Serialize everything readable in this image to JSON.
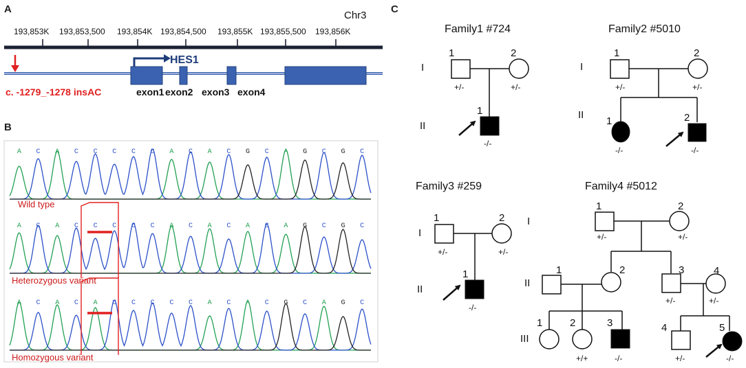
{
  "panels": {
    "a": "A",
    "b": "B",
    "c": "C"
  },
  "panel_a": {
    "chromosome": "Chr3",
    "ticks": [
      "193,853K",
      "193,853,500",
      "193,854K",
      "193,854,500",
      "193,855K",
      "193,855,500",
      "193,856K"
    ],
    "gene": "HES1",
    "variant": "c. -1279_-1278 insAC",
    "exons": [
      "exon1",
      "exon2",
      "exon3",
      "exon4"
    ],
    "colors": {
      "exon": "#3a62b0",
      "variant": "#e02020",
      "axis": "#1c2233"
    }
  },
  "panel_b": {
    "traces": [
      {
        "caption": "Wild type",
        "bases": [
          "A",
          "C",
          "A",
          "C",
          "C",
          "C",
          "C",
          "C",
          "A",
          "C",
          "A",
          "C",
          "G",
          "C",
          "A",
          "G",
          "C",
          "G",
          "C"
        ]
      },
      {
        "caption": "Heterozygous variant",
        "bases": [
          "A",
          "C",
          "A",
          "C",
          "C",
          "C",
          "C",
          "C",
          "A",
          "C",
          "A",
          "C",
          "A",
          "C",
          "A",
          "G",
          "C",
          "G",
          "C"
        ]
      },
      {
        "caption": "Homozygous variant",
        "bases": [
          "A",
          "C",
          "A",
          "C",
          "A",
          "C",
          "C",
          "C",
          "C",
          "C",
          "A",
          "C",
          "A",
          "C",
          "G",
          "C",
          "A",
          "G",
          "C"
        ]
      }
    ],
    "base_colors": {
      "A": "#22a052",
      "C": "#2b50c8",
      "G": "#222222",
      "T": "#d62020"
    }
  },
  "panel_c": {
    "families": [
      {
        "title": "Family1 #724",
        "generations": [
          "I",
          "II"
        ],
        "numbers": [
          "1",
          "2",
          "1"
        ],
        "genotypes": [
          "+/-",
          "+/-",
          "-/-"
        ]
      },
      {
        "title": "Family2 #5010",
        "generations": [
          "I",
          "II"
        ],
        "numbers": [
          "1",
          "2",
          "1",
          "2"
        ],
        "genotypes": [
          "+/-",
          "+/-",
          "-/-",
          "-/-"
        ]
      },
      {
        "title": "Family3 #259",
        "generations": [
          "I",
          "II"
        ],
        "numbers": [
          "1",
          "2",
          "1"
        ],
        "genotypes": [
          "+/-",
          "+/-",
          "-/-"
        ]
      },
      {
        "title": "Family4 #5012",
        "generations": [
          "I",
          "II",
          "III"
        ],
        "numbers": [
          "1",
          "2",
          "1",
          "2",
          "3",
          "4",
          "1",
          "2",
          "3",
          "4",
          "5"
        ],
        "genotypes": [
          "+/-",
          "+/-",
          "+/-",
          "+/-",
          "+/+",
          "-/-",
          "+/-",
          "-/-"
        ]
      }
    ]
  }
}
